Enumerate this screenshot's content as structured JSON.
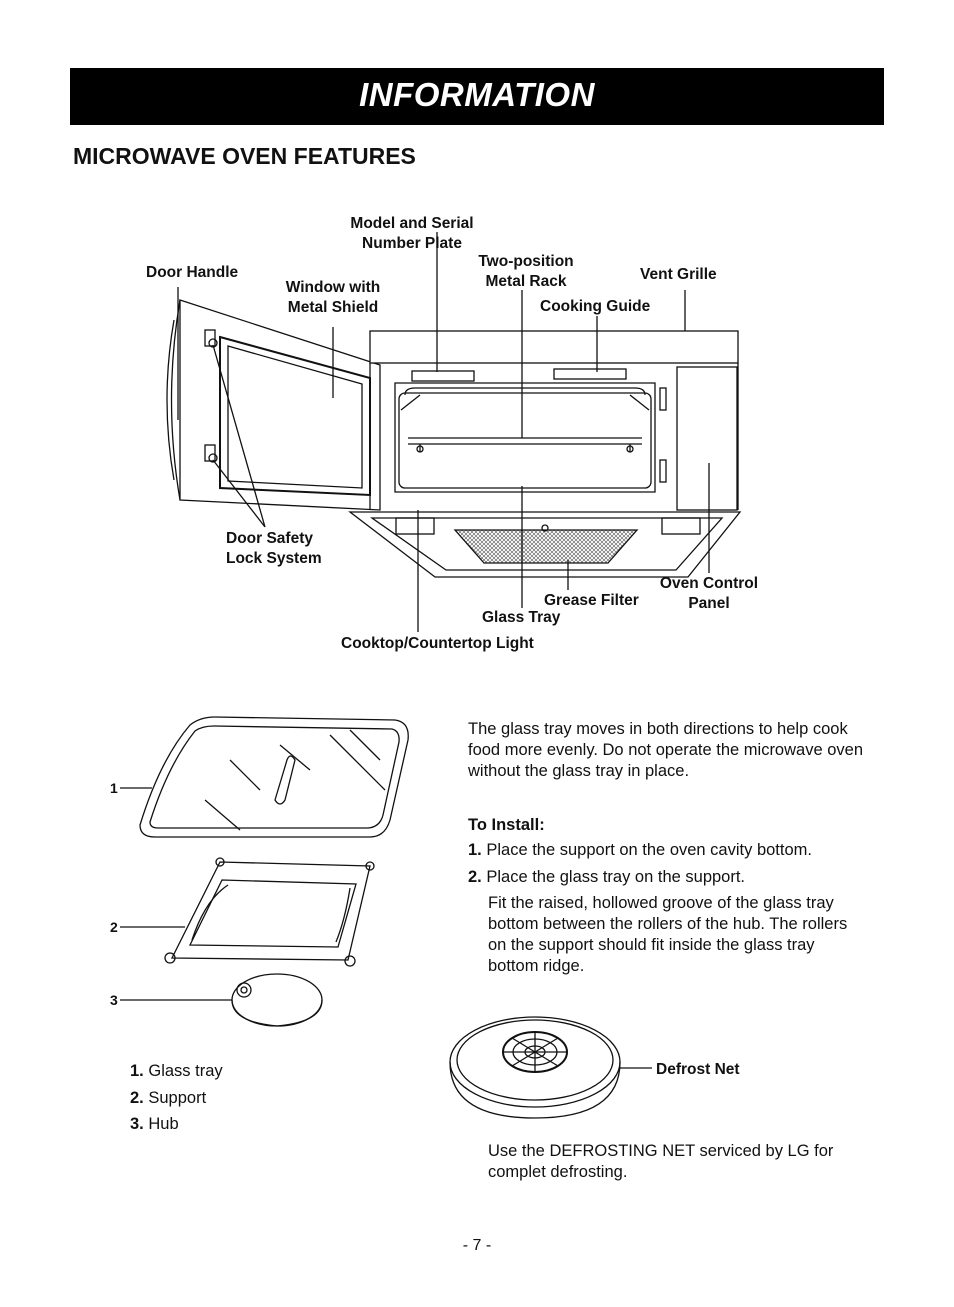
{
  "header": {
    "title": "INFORMATION"
  },
  "section": {
    "title": "MICROWAVE OVEN FEATURES"
  },
  "labels": {
    "model_serial_1": "Model and Serial",
    "model_serial_2": "Number Plate",
    "door_handle": "Door Handle",
    "window_1": "Window with",
    "window_2": "Metal Shield",
    "rack_1": "Two-position",
    "rack_2": "Metal Rack",
    "vent_grille": "Vent Grille",
    "cooking_guide": "Cooking Guide",
    "door_lock_1": "Door Safety",
    "door_lock_2": "Lock System",
    "oven_panel_1": "Oven Control",
    "oven_panel_2": "Panel",
    "grease_filter": "Grease Filter",
    "glass_tray": "Glass Tray",
    "cooktop_light": "Cooktop/Countertop Light"
  },
  "tray": {
    "intro": "The glass tray moves in both directions to help cook food more evenly. Do not operate the microwave oven without the glass tray in place.",
    "install_heading": "To  Install:",
    "steps": [
      {
        "num": "1.",
        "text": "Place the support on the oven cavity bottom."
      },
      {
        "num": "2.",
        "text": "Place the glass tray on the support."
      }
    ],
    "fit_note": "Fit the raised, hollowed groove of the glass tray bottom between the rollers of the hub. The rollers on the support should fit inside the glass tray bottom ridge.",
    "callouts": [
      "1",
      "2",
      "3"
    ],
    "legend": [
      {
        "num": "1.",
        "text": "Glass tray"
      },
      {
        "num": "2.",
        "text": "Support"
      },
      {
        "num": "3.",
        "text": "Hub"
      }
    ]
  },
  "defrost": {
    "label": "Defrost Net",
    "note": "Use the DEFROSTING NET serviced by LG for complet defrosting."
  },
  "footer": {
    "page": "- 7 -"
  }
}
